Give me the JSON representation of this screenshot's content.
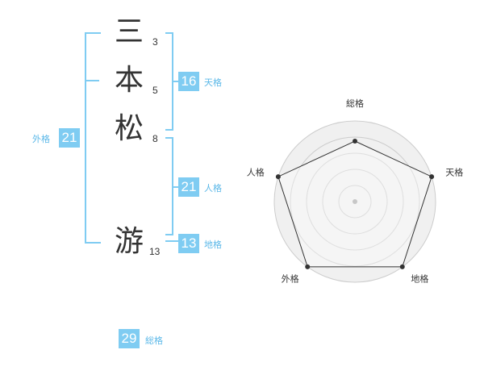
{
  "name": {
    "chars": [
      {
        "char": "三",
        "strokes": "3"
      },
      {
        "char": "本",
        "strokes": "5"
      },
      {
        "char": "松",
        "strokes": "8"
      },
      {
        "char": "游",
        "strokes": "13"
      }
    ]
  },
  "fortunes": {
    "tenkaku": {
      "value": "16",
      "label": "天格"
    },
    "jinkaku": {
      "value": "21",
      "label": "人格"
    },
    "chikaku": {
      "value": "13",
      "label": "地格"
    },
    "gaikaku": {
      "value": "21",
      "label": "外格"
    },
    "soukaku": {
      "value": "29",
      "label": "総格"
    }
  },
  "radar": {
    "axes": [
      "総格",
      "天格",
      "地格",
      "外格",
      "人格"
    ],
    "levels": 5,
    "values": [
      0.75,
      1.0,
      1.0,
      1.0,
      1.0
    ],
    "colors": {
      "fill": "#f0f0f0",
      "ring": "#cccccc",
      "polygon": "#333333",
      "center": "#aaaaaa"
    }
  }
}
